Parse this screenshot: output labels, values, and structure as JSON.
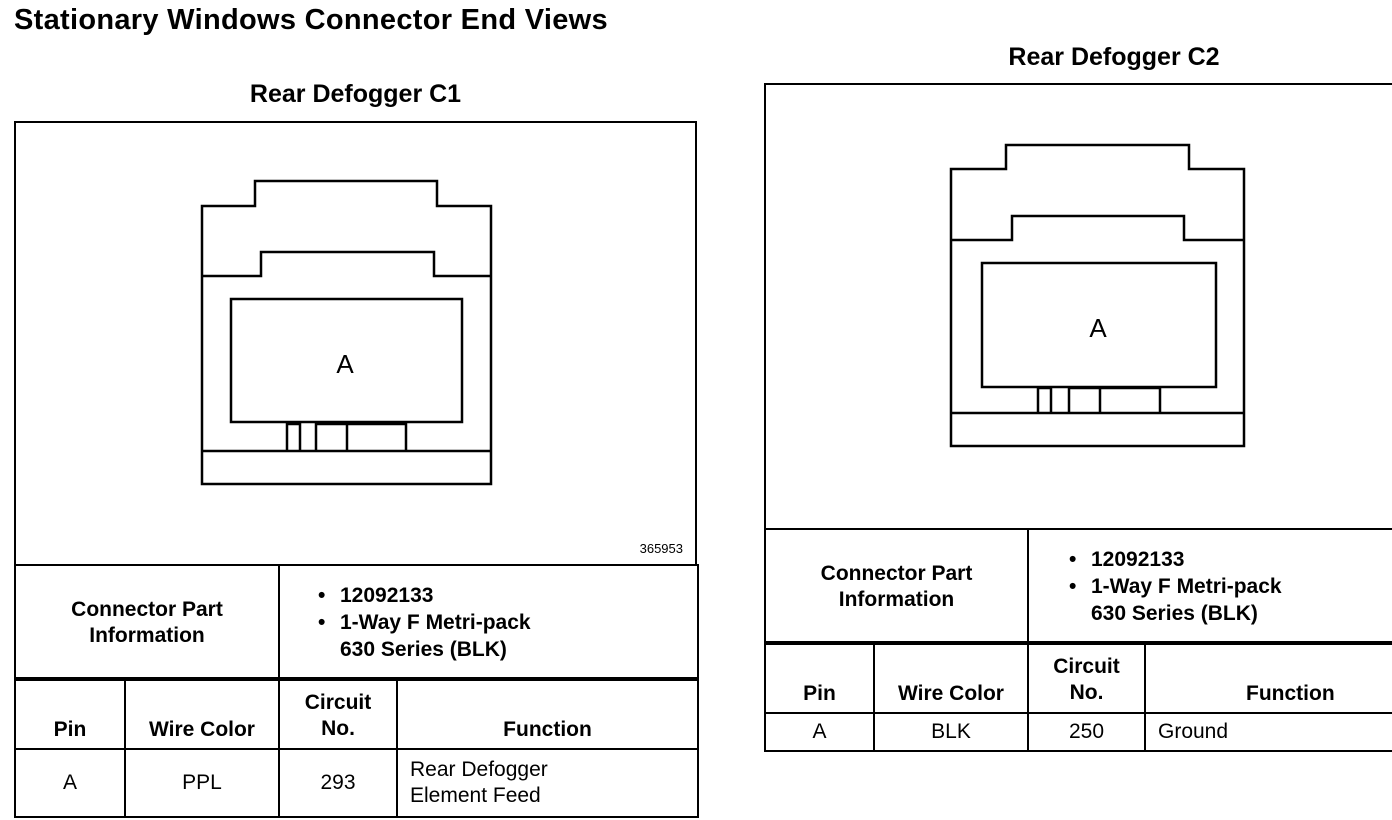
{
  "page": {
    "title": "Stationary Windows Connector End Views"
  },
  "connectors": [
    {
      "title": "Rear Defogger C1",
      "cavity_label": "A",
      "figure_number": "365953",
      "part_info_label": [
        "Connector Part",
        "Information"
      ],
      "part_info": [
        "12092133",
        "1-Way F Metri-pack",
        "630 Series (BLK)"
      ],
      "headers": {
        "pin": "Pin",
        "wire_color": "Wire Color",
        "circuit": [
          "Circuit",
          "No."
        ],
        "function": "Function"
      },
      "rows": [
        {
          "pin": "A",
          "wire_color": "PPL",
          "circuit": "293",
          "function": [
            "Rear Defogger",
            "Element Feed"
          ]
        }
      ]
    },
    {
      "title": "Rear Defogger C2",
      "cavity_label": "A",
      "part_info_label": [
        "Connector Part",
        "Information"
      ],
      "part_info": [
        "12092133",
        "1-Way F Metri-pack",
        "630 Series (BLK)"
      ],
      "headers": {
        "pin": "Pin",
        "wire_color": "Wire Color",
        "circuit": [
          "Circuit",
          "No."
        ],
        "function": "Function"
      },
      "rows": [
        {
          "pin": "A",
          "wire_color": "BLK",
          "circuit": "250",
          "function": [
            "Ground"
          ]
        }
      ]
    }
  ]
}
